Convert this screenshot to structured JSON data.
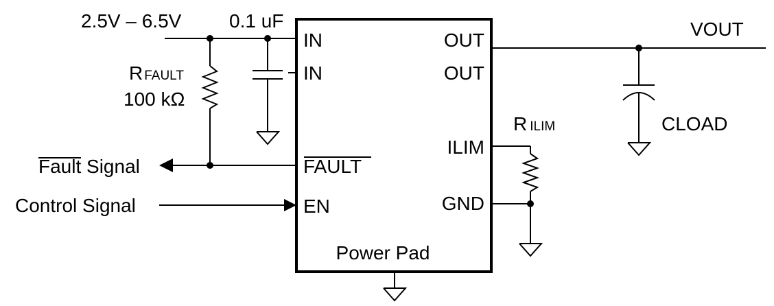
{
  "supply": {
    "range": "2.5V – 6.5V",
    "cap": "0.1 uF"
  },
  "rfault": {
    "r": "R",
    "sub": "FAULT",
    "value": "100 kΩ"
  },
  "signals": {
    "fault": "Fault",
    "fault_suffix": " Signal",
    "control": "Control Signal"
  },
  "chip": {
    "pins_left": [
      "IN",
      "IN",
      "FAULT",
      "EN"
    ],
    "pins_right": [
      "OUT",
      "OUT",
      "ILIM",
      "GND"
    ],
    "pad": "Power Pad"
  },
  "rilim": {
    "r": "R",
    "sub": "ILIM"
  },
  "output": {
    "vout": "VOUT",
    "cload_c": "C",
    "cload_rest": "LOAD"
  }
}
